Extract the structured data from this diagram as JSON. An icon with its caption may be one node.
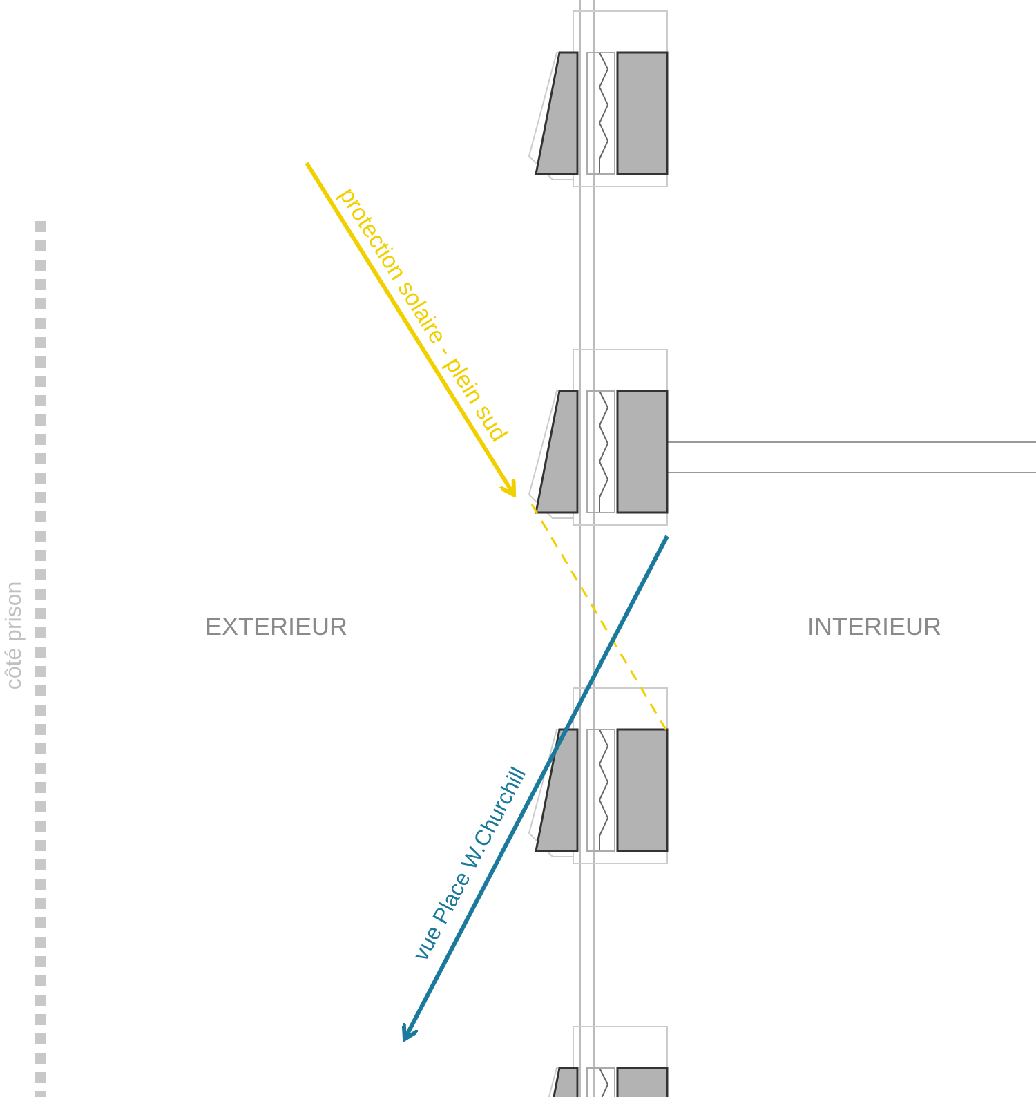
{
  "diagram": {
    "labels": [
      "protection solaire - plein sud",
      "côté prison",
      "EXTERIEUR",
      "INTERIEUR",
      "vue Place W.Churchill"
    ]
  }
}
